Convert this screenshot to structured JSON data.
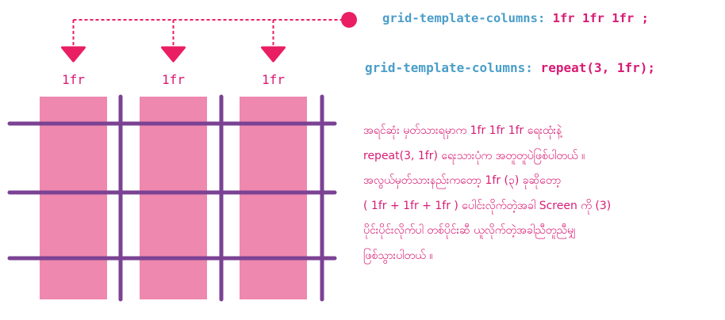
{
  "colors": {
    "accent": "#e91e63",
    "column_fill": "#ef88ae",
    "gridline": "#7b4294",
    "property": "#4a9ec9",
    "value": "#d81b74",
    "label": "#d81b74"
  },
  "diagram": {
    "column_labels": [
      "1fr",
      "1fr",
      "1fr"
    ]
  },
  "code": {
    "line1": {
      "property": "grid-template-columns:",
      "value": " 1fr 1fr 1fr ;"
    },
    "line2": {
      "property": "grid-template-columns:",
      "value": " repeat(3, 1fr);"
    }
  },
  "explanation": {
    "lines": [
      "အရင်ဆုံး မှတ်သားရမှာက 1fr 1fr 1fr ရေးထုံးနဲ့",
      "repeat(3, 1fr) ရေးသားပုံက အတူတူပဲဖြစ်ပါတယ် ။",
      "အလွယ်မှတ်သားနည်းကတော့ 1fr (၃) ခုဆိုတော့",
      "( 1fr + 1fr + 1fr  ) ပေါင်းလိုက်တဲ့အခါ  Screen ကို (3)",
      "ပိုင်းပိုင်းလိုက်ပါ တစ်ပိုင်းဆီ ယူလိုက်တဲ့အခါညီတူညီမျှ",
      "ဖြစ်သွားပါတယ် ။"
    ]
  }
}
